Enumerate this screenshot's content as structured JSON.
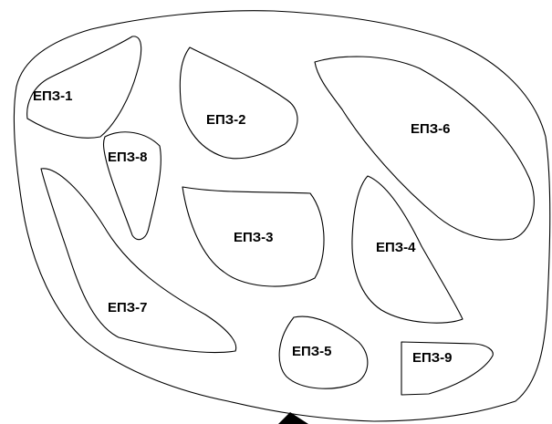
{
  "zones": [
    {
      "id": "1",
      "label": "ЕПЗ-1"
    },
    {
      "id": "2",
      "label": "ЕПЗ-2"
    },
    {
      "id": "3",
      "label": "ЕПЗ-3"
    },
    {
      "id": "4",
      "label": "ЕПЗ-4"
    },
    {
      "id": "5",
      "label": "ЕПЗ-5"
    },
    {
      "id": "6",
      "label": "ЕПЗ-6"
    },
    {
      "id": "7",
      "label": "ЕПЗ-7"
    },
    {
      "id": "8",
      "label": "ЕПЗ-8"
    },
    {
      "id": "9",
      "label": "ЕПЗ-9"
    }
  ],
  "colors": {
    "outline": "#000000",
    "background": "#ffffff",
    "label": "#000000"
  }
}
